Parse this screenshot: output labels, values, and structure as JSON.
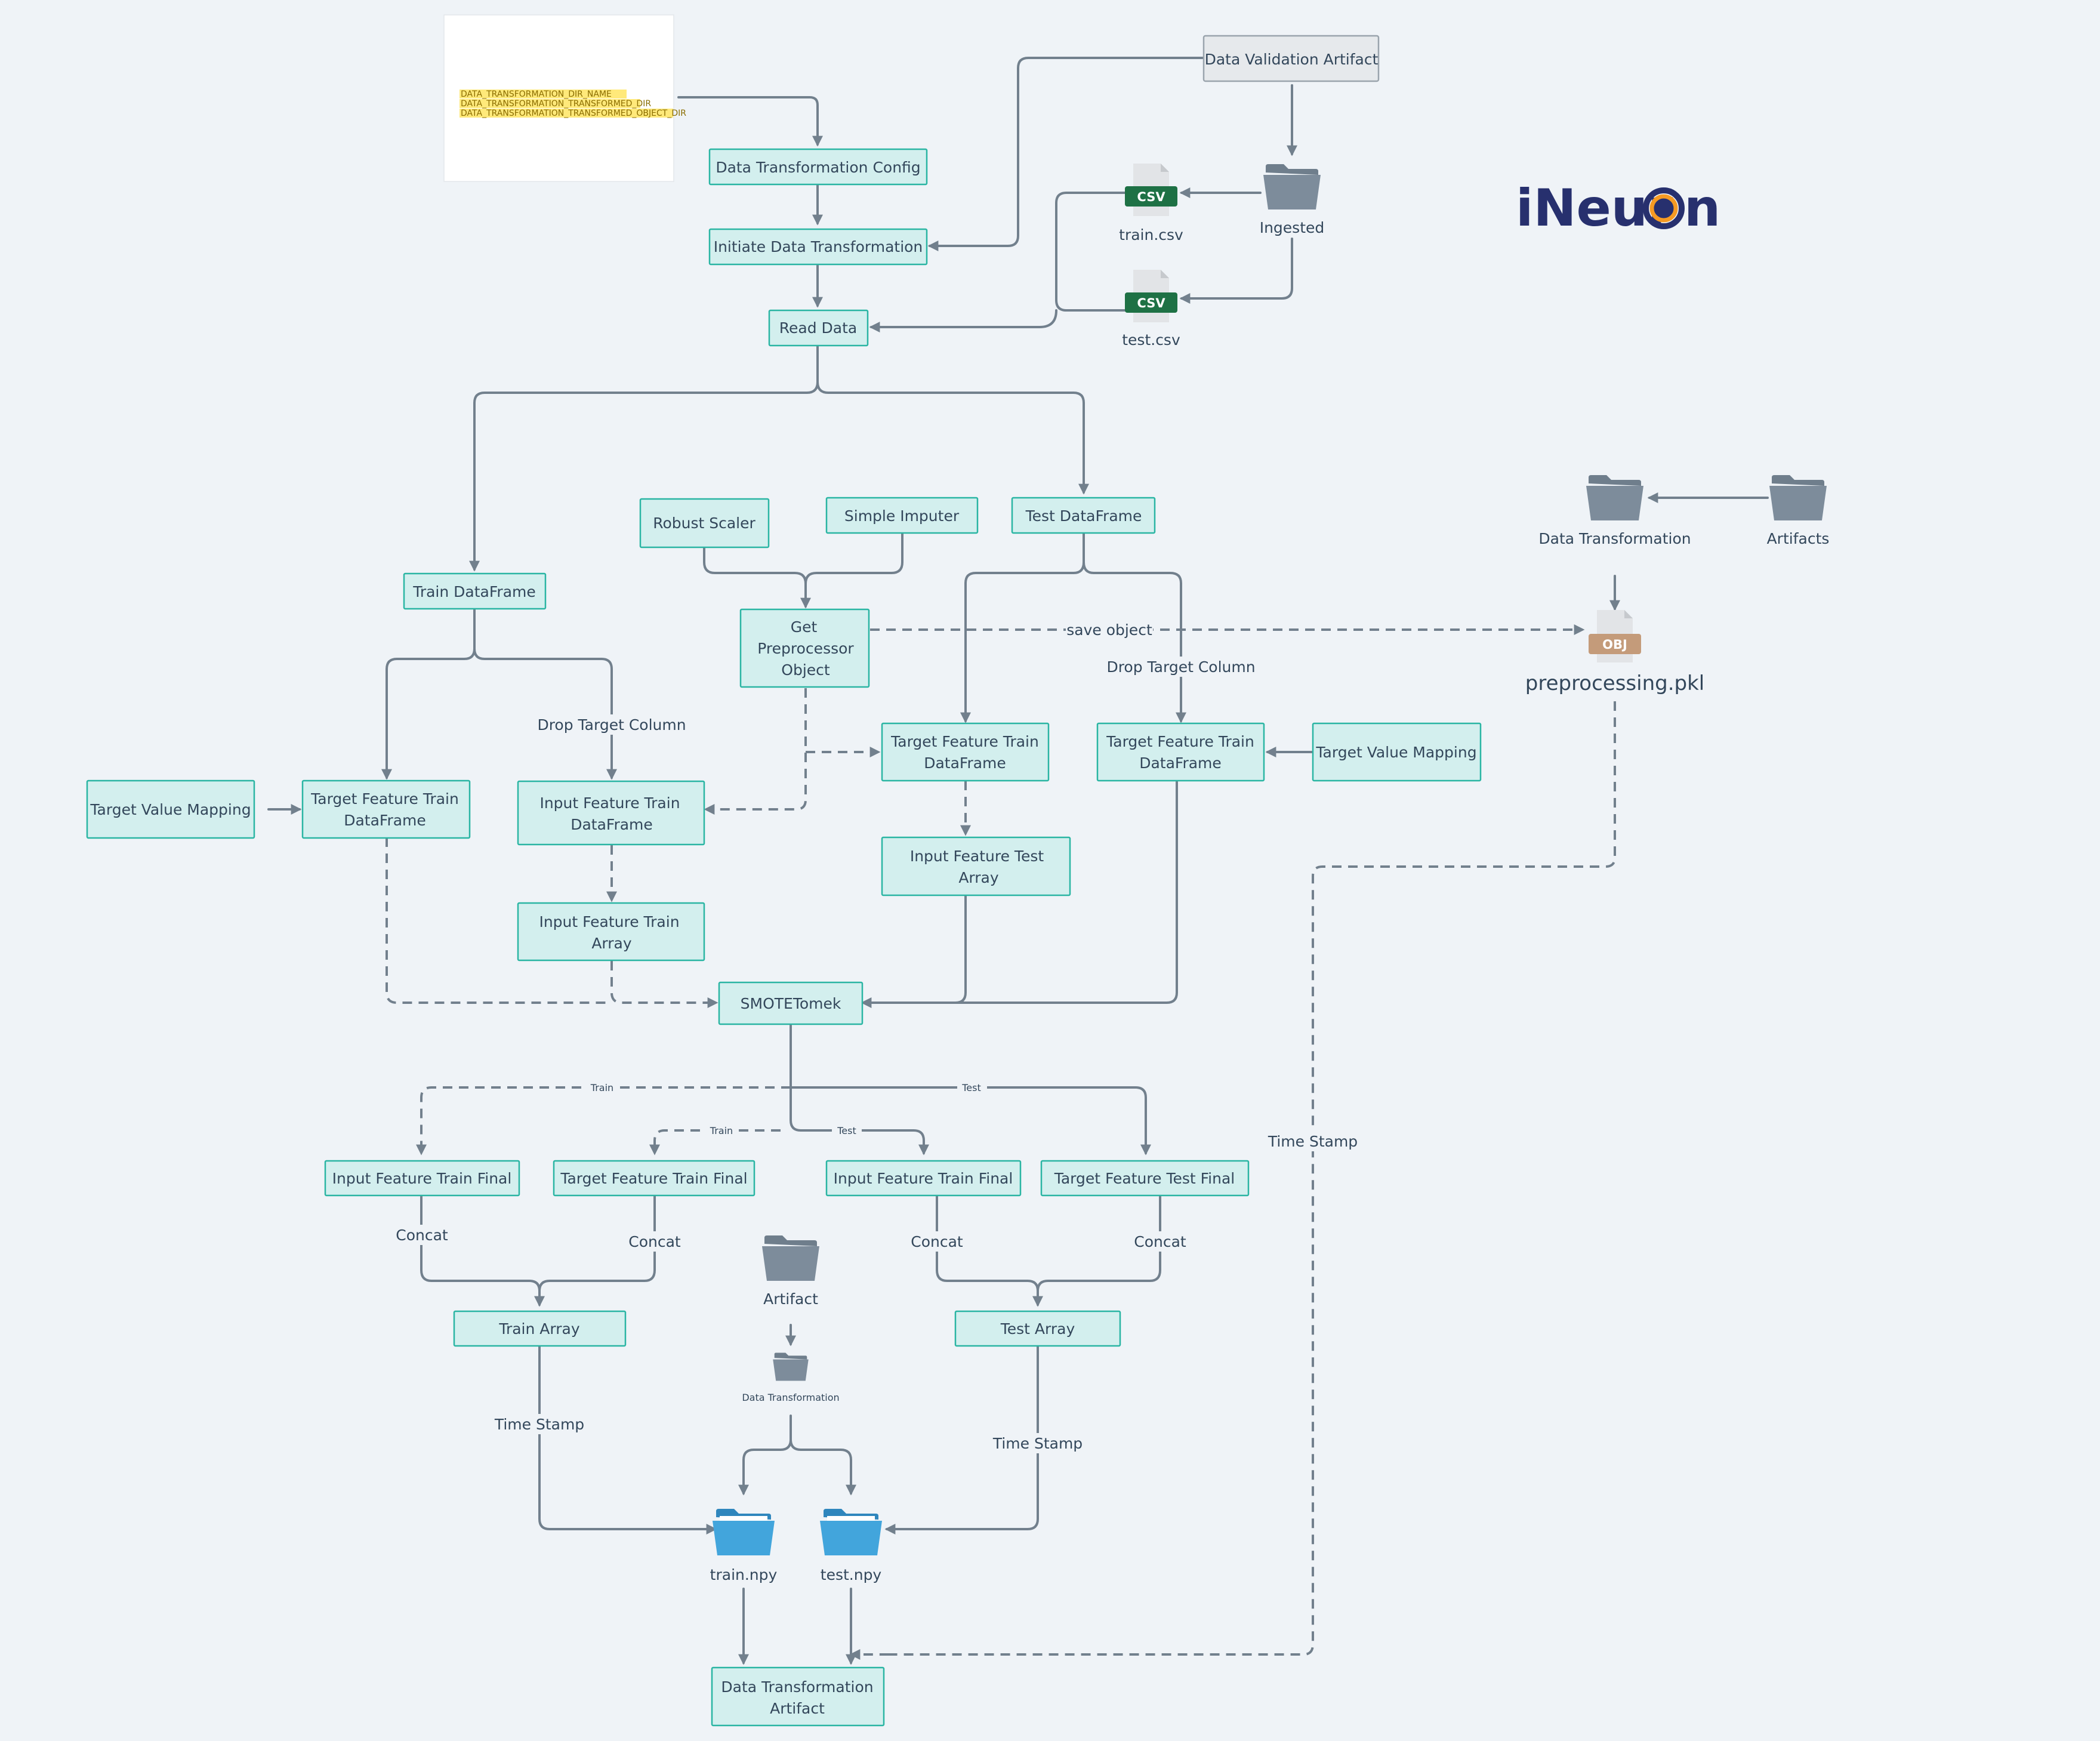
{
  "colors": {
    "box_fill": "#d3efee",
    "box_border": "#2ab5a3",
    "connector": "#72808d",
    "folder_grey": "#7d8c9b",
    "folder_blue": "#42a5dc",
    "csv_green": "#1e7145",
    "obj_tan": "#c49b7a",
    "logo_navy": "#27306e",
    "logo_orange": "#f59a23",
    "note_highlight": "#ffe97a"
  },
  "note": {
    "lines": [
      "DATA_TRANSFORMATION_DIR_NAME",
      "DATA_TRANSFORMATION_TRANSFORMED_DIR",
      "DATA_TRANSFORMATION_TRANSFORMED_OBJECT_DIR"
    ]
  },
  "logo": {
    "prefix": "iNeur",
    "suffix": "n"
  },
  "nodes": {
    "data_validation_artifact": "Data Validation Artifact",
    "data_transformation_config": "Data Transformation Config",
    "initiate_data_transformation": "Initiate Data Transformation",
    "read_data": "Read Data",
    "train_dataframe": "Train DataFrame",
    "test_dataframe": "Test DataFrame",
    "robust_scaler": "Robust Scaler",
    "simple_imputer": "Simple Imputer",
    "get_preprocessor_object": [
      "Get",
      "Preprocessor",
      "Object"
    ],
    "target_value_mapping_left": "Target Value Mapping",
    "target_feature_train_df_left": [
      "Target Feature Train",
      "DataFrame"
    ],
    "input_feature_train_df": [
      "Input Feature Train",
      "DataFrame"
    ],
    "input_feature_train_array": [
      "Input Feature Train",
      "Array"
    ],
    "target_feature_train_df_mid": [
      "Target Feature Train",
      "DataFrame"
    ],
    "input_feature_test_array": [
      "Input Feature Test",
      "Array"
    ],
    "target_feature_train_df_right": [
      "Target Feature Train",
      "DataFrame"
    ],
    "target_value_mapping_right": "Target Value Mapping",
    "smotetomek": "SMOTETomek",
    "input_feature_train_final_1": "Input Feature Train Final",
    "target_feature_train_final": "Target Feature Train Final",
    "input_feature_train_final_2": "Input Feature Train Final",
    "target_feature_test_final": "Target Feature Test Final",
    "train_array": "Train Array",
    "test_array": "Test Array",
    "data_transformation_artifact": [
      "Data Transformation",
      "Artifact"
    ]
  },
  "icons": {
    "ingested": "Ingested",
    "train_csv": "train.csv",
    "test_csv": "test.csv",
    "csv_badge": "CSV",
    "obj_badge": "OBJ",
    "preprocessing_pkl": "preprocessing.pkl",
    "data_transformation_folder": "Data Transformation",
    "artifacts_folder": "Artifacts",
    "artifact_folder": "Artifact",
    "data_transformation_small": "Data Transformation",
    "train_npy": "train.npy",
    "test_npy": "test.npy"
  },
  "edge_labels": {
    "save_object": "save object",
    "drop_target_column_left": "Drop Target Column",
    "drop_target_column_right": "Drop Target Column",
    "train_1": "Train",
    "train_2": "Train",
    "test_1": "Test",
    "test_2": "Test",
    "concat_1": "Concat",
    "concat_2": "Concat",
    "concat_3": "Concat",
    "concat_4": "Concat",
    "time_stamp_left": "Time Stamp",
    "time_stamp_mid": "Time Stamp",
    "time_stamp_right": "Time Stamp"
  }
}
